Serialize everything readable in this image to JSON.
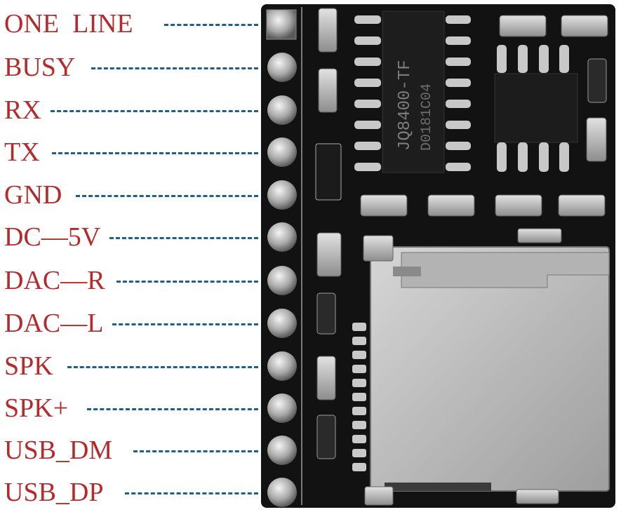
{
  "pins": [
    {
      "label": "ONE  LINE"
    },
    {
      "label": "BUSY"
    },
    {
      "label": "RX"
    },
    {
      "label": "TX"
    },
    {
      "label": "GND"
    },
    {
      "label": "DC—5V"
    },
    {
      "label": "DAC—R"
    },
    {
      "label": "DAC—L"
    },
    {
      "label": "SPK"
    },
    {
      "label": "SPK+"
    },
    {
      "label": "USB_DM"
    },
    {
      "label": "USB_DP"
    }
  ],
  "board": {
    "chip_line_1": "JQ8400-TF",
    "chip_line_2": "D0181C04"
  },
  "colors": {
    "label": "#b52a2a",
    "leader": "#1f5f8f",
    "pcb": "#111111",
    "pad": "#b8b8b8",
    "sd_metal": "#bdbdbd"
  }
}
